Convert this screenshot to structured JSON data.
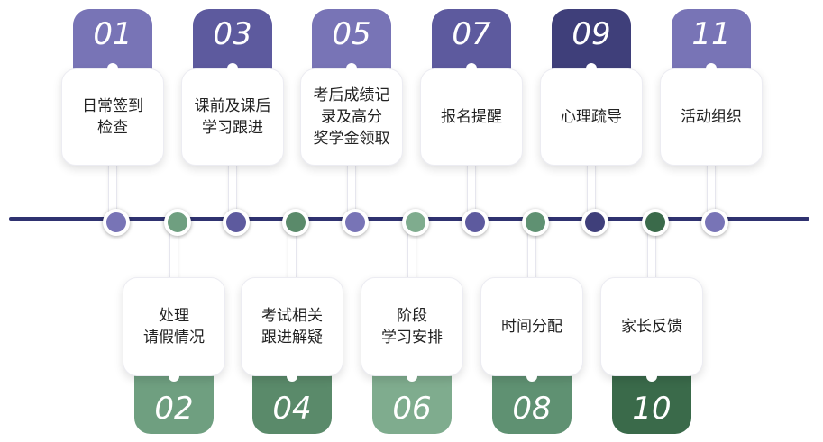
{
  "colors": {
    "line": "#2f3270",
    "purple": "#7874b6",
    "purple_dark": "#3f3f7a",
    "green": "#6f9f80",
    "green_dark": "#3a6a4a"
  },
  "steps": [
    {
      "number": "01",
      "label": "日常签到\n检查"
    },
    {
      "number": "02",
      "label": "处理\n请假情况"
    },
    {
      "number": "03",
      "label": "课前及课后\n学习跟进"
    },
    {
      "number": "04",
      "label": "考试相关\n跟进解疑"
    },
    {
      "number": "05",
      "label": "考后成绩记\n录及高分\n奖学金领取"
    },
    {
      "number": "06",
      "label": "阶段\n学习安排"
    },
    {
      "number": "07",
      "label": "报名提醒"
    },
    {
      "number": "08",
      "label": "时间分配"
    },
    {
      "number": "09",
      "label": "心理疏导"
    },
    {
      "number": "10",
      "label": "家长反馈"
    },
    {
      "number": "11",
      "label": "活动组织"
    }
  ]
}
